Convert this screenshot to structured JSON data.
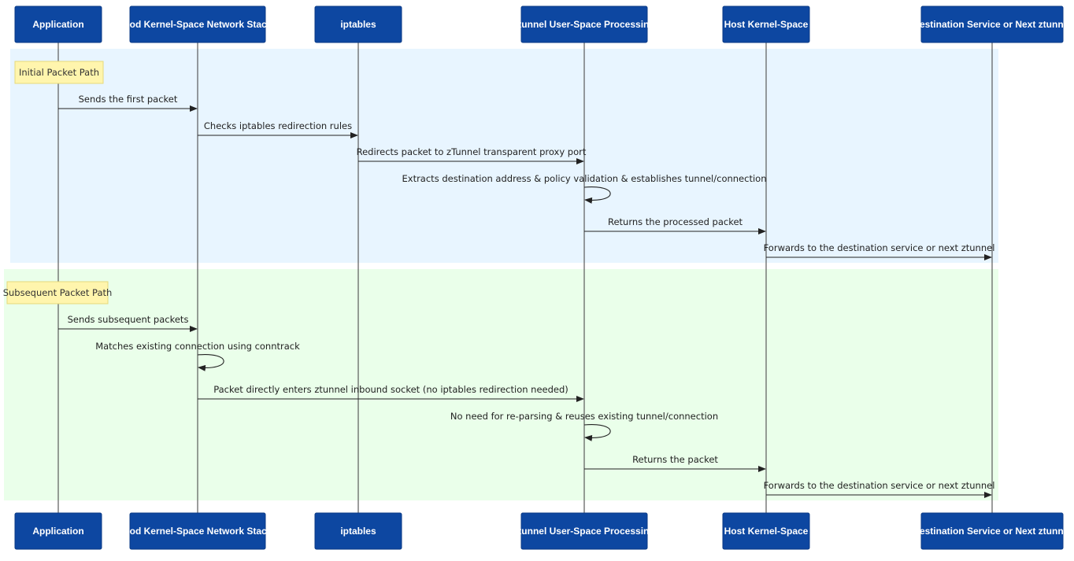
{
  "actors": [
    {
      "id": "app",
      "label": "Application"
    },
    {
      "id": "pod",
      "label": "Pod Kernel-Space Network Stack"
    },
    {
      "id": "ipt",
      "label": "iptables"
    },
    {
      "id": "zt",
      "label": "ztunnel User-Space Processing"
    },
    {
      "id": "host",
      "label": "Host Kernel-Space"
    },
    {
      "id": "dest",
      "label": "Destination Service or Next ztunnel"
    }
  ],
  "groups": [
    {
      "note": "Initial Packet Path",
      "color": "#e8f5ff",
      "messages": [
        {
          "from": "app",
          "to": "pod",
          "text": "Sends the first packet"
        },
        {
          "from": "pod",
          "to": "ipt",
          "text": "Checks iptables redirection rules"
        },
        {
          "from": "ipt",
          "to": "zt",
          "text": "Redirects packet to zTunnel transparent proxy port"
        },
        {
          "from": "zt",
          "to": "zt",
          "text": "Extracts destination address & policy validation & establishes tunnel/connection"
        },
        {
          "from": "zt",
          "to": "host",
          "text": "Returns the processed packet"
        },
        {
          "from": "host",
          "to": "dest",
          "text": "Forwards to the destination service or next ztunnel"
        }
      ]
    },
    {
      "note": "Subsequent Packet Path",
      "color": "#eaffea",
      "messages": [
        {
          "from": "app",
          "to": "pod",
          "text": "Sends subsequent packets"
        },
        {
          "from": "pod",
          "to": "pod",
          "text": "Matches existing connection using conntrack"
        },
        {
          "from": "pod",
          "to": "zt",
          "text": "Packet directly enters ztunnel inbound socket (no iptables redirection needed)"
        },
        {
          "from": "zt",
          "to": "zt",
          "text": "No need for re-parsing & reuses existing tunnel/connection"
        },
        {
          "from": "zt",
          "to": "host",
          "text": "Returns the packet"
        },
        {
          "from": "host",
          "to": "dest",
          "text": "Forwards to the destination service or next ztunnel"
        }
      ]
    }
  ]
}
